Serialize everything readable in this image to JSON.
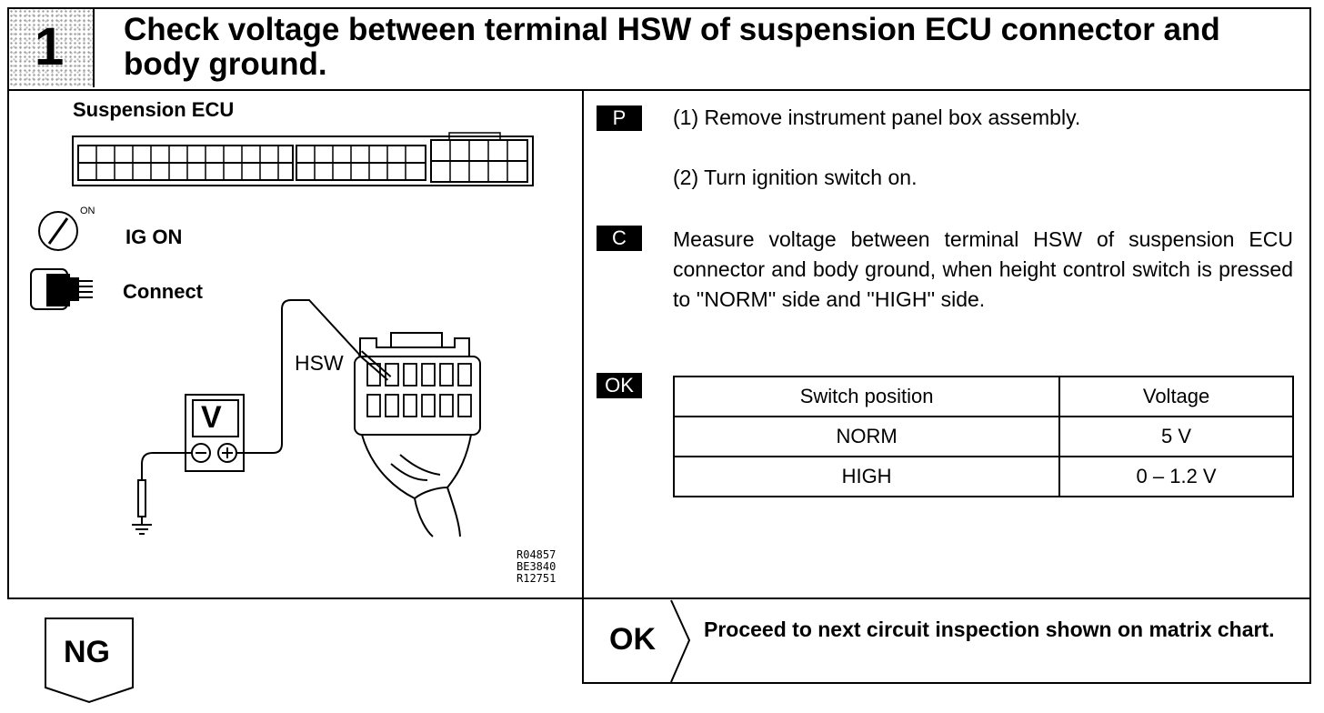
{
  "header": {
    "step_number": "1",
    "title": "Check voltage between terminal HSW of suspension ECU connector and body ground."
  },
  "diagram": {
    "ecu_label": "Suspension ECU",
    "ignition_on_mark": "ON",
    "ig_label": "IG ON",
    "connect_label": "Connect",
    "terminal_label": "HSW",
    "meter_symbol": "V",
    "reference_codes": [
      "R04857",
      "BE3840",
      "R12751"
    ]
  },
  "instructions": {
    "p_tag": "P",
    "step1": "(1) Remove instrument panel box assembly.",
    "step2": "(2) Turn ignition switch on.",
    "c_tag": "C",
    "measure_text": "Measure voltage between terminal HSW of suspension ECU connector and body ground, when height control switch is pressed to ''NORM'' side and ''HIGH'' side.",
    "ok_tag": "OK"
  },
  "spec_table": {
    "headers": [
      "Switch position",
      "Voltage"
    ],
    "rows": [
      [
        "NORM",
        "5 V"
      ],
      [
        "HIGH",
        "0 – 1.2 V"
      ]
    ]
  },
  "results": {
    "ok_label": "OK",
    "ok_text": "Proceed to next circuit inspection shown on matrix chart.",
    "ng_label": "NG"
  }
}
